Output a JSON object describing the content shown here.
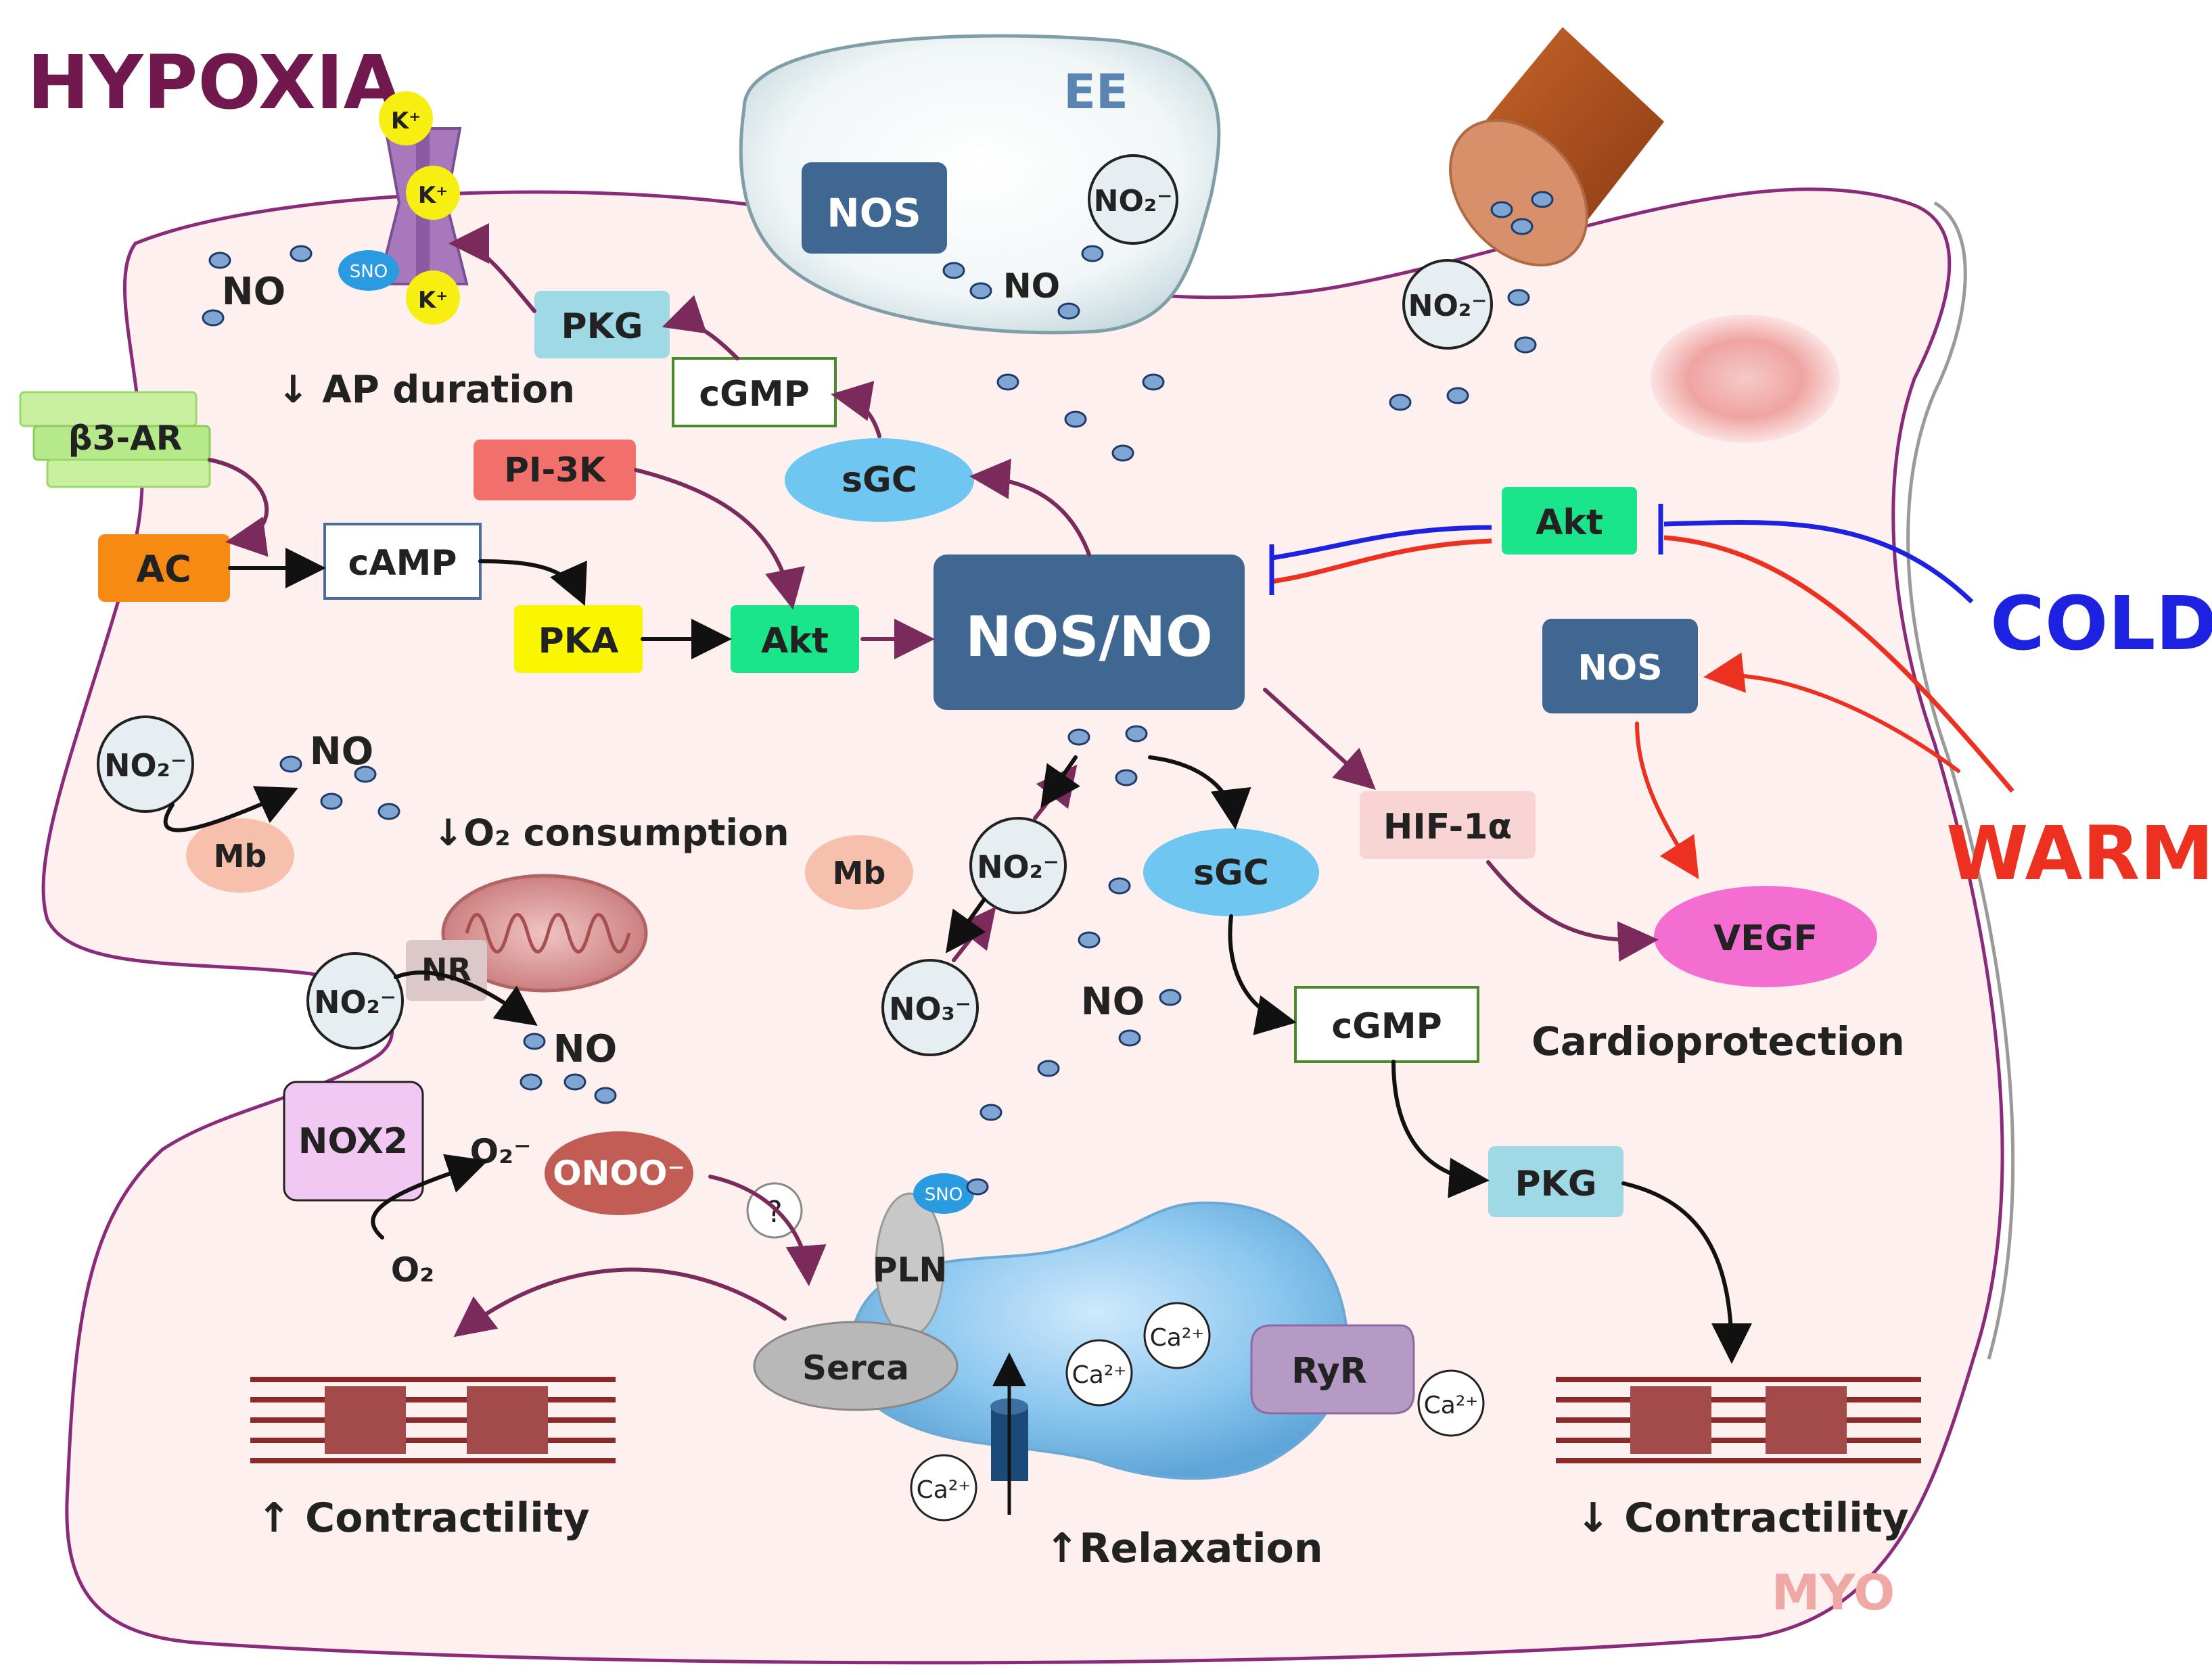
{
  "conditions": {
    "hypoxia": "HYPOXIA",
    "cold": "COLD",
    "warm": "WARM"
  },
  "compartments": {
    "endothelium": "EE",
    "myocyte": "MYO"
  },
  "labels": {
    "nos_no": "NOS/NO",
    "nos_ee": "NOS",
    "nos_right": "NOS",
    "pkg_top": "PKG",
    "pkg_right": "PKG",
    "cgmp_top": "cGMP",
    "cgmp_right": "cGMP",
    "sgc_top": "sGC",
    "sgc_right": "sGC",
    "pi3k": "PI-3K",
    "beta3ar": "β3-AR",
    "ac": "AC",
    "camp": "cAMP",
    "pka": "PKA",
    "akt_left": "Akt",
    "akt_right": "Akt",
    "hif": "HIF-1α",
    "vegf": "VEGF",
    "nox2": "NOX2",
    "onoo": "ONOO⁻",
    "mb_left": "Mb",
    "mb_center": "Mb",
    "nr": "NR",
    "pln": "PLN",
    "serca": "Serca",
    "ryr": "RyR",
    "sno": "SNO",
    "k_ion": "K⁺",
    "ca_ion": "Ca²⁺",
    "no": "NO",
    "no2": "NO₂⁻",
    "no3": "NO₃⁻",
    "o2": "O₂",
    "superoxide": "O₂⁻",
    "question": "?"
  },
  "effects": {
    "ap_duration": "↓ AP duration",
    "o2_consumption": "↓O₂ consumption",
    "contractility_up": "↑ Contractility",
    "relaxation_up": "↑Relaxation",
    "contractility_down": "↓ Contractility",
    "cardioprotection": "Cardioprotection"
  },
  "colors": {
    "cell_fill": "#fdf0ef",
    "cell_stroke": "#8a2a7a",
    "pathway_arrow": "#7b2a5c",
    "nos_box": "#3f6791",
    "cold_blue": "#1c22e0",
    "warm_red": "#ec3121",
    "hypoxia_purple": "#71194f"
  }
}
